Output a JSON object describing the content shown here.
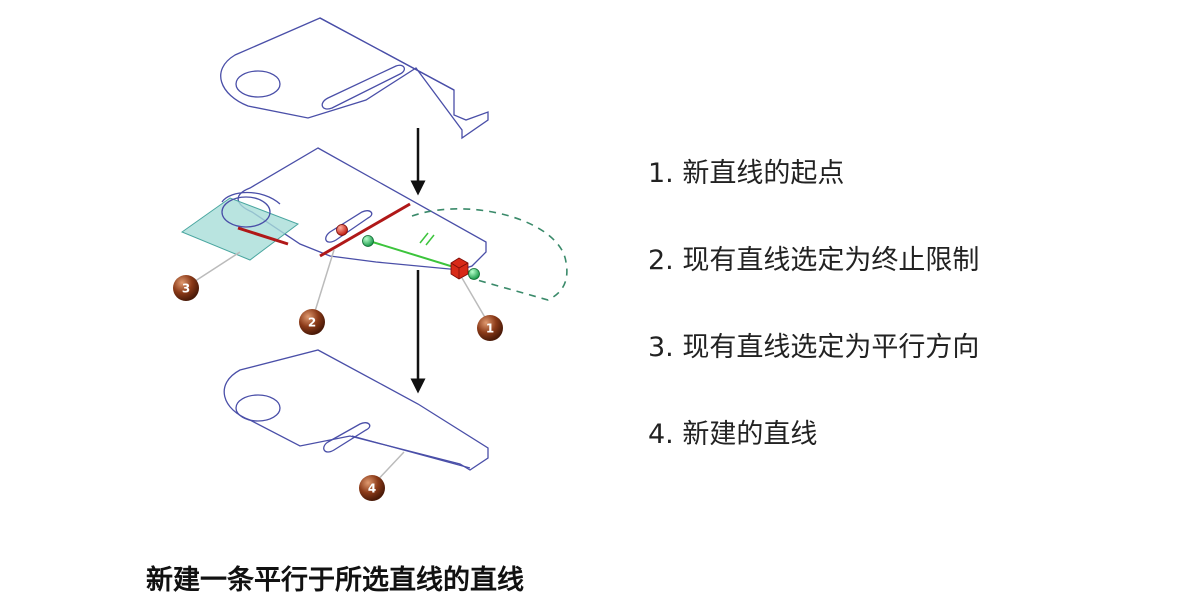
{
  "legend": {
    "items": [
      {
        "label": "1. 新直线的起点"
      },
      {
        "label": "2. 现有直线选定为终止限制"
      },
      {
        "label": "3. 现有直线选定为平行方向"
      },
      {
        "label": "4. 新建的直线"
      }
    ]
  },
  "markers": {
    "m1": "1",
    "m2": "2",
    "m3": "3",
    "m4": "4"
  },
  "caption": "新建一条平行于所选直线的直线",
  "colors": {
    "outline": "#4a4fa8",
    "selected_line": "#b01818",
    "new_line": "#3cc43c",
    "arc_dashed": "#3a8a6a",
    "plane_fill": "#a8ddd8",
    "marker": "#8b3a18"
  }
}
